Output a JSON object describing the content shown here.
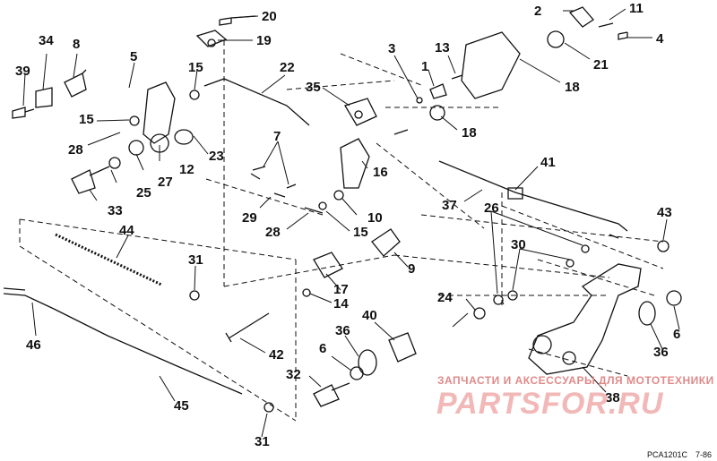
{
  "labels": [
    "20",
    "19",
    "2",
    "11",
    "4",
    "21",
    "18",
    "34",
    "8",
    "39",
    "5",
    "15",
    "15",
    "28",
    "12",
    "27",
    "25",
    "33",
    "22",
    "3",
    "1",
    "13",
    "35",
    "18",
    "23",
    "7",
    "16",
    "29",
    "28",
    "10",
    "15",
    "41",
    "37",
    "26",
    "43",
    "30",
    "44",
    "31",
    "9",
    "17",
    "14",
    "24",
    "40",
    "36",
    "6",
    "36",
    "6",
    "46",
    "42",
    "32",
    "45",
    "31",
    "38"
  ],
  "watermark": {
    "line1": "ЗАПЧАСТИ И АКСЕССУАРЫ ДЛЯ МОТОТЕХНИКИ",
    "line2": "PARTSFOR.RU"
  },
  "figure_code": "PCA1201C",
  "page_code": "7-86"
}
